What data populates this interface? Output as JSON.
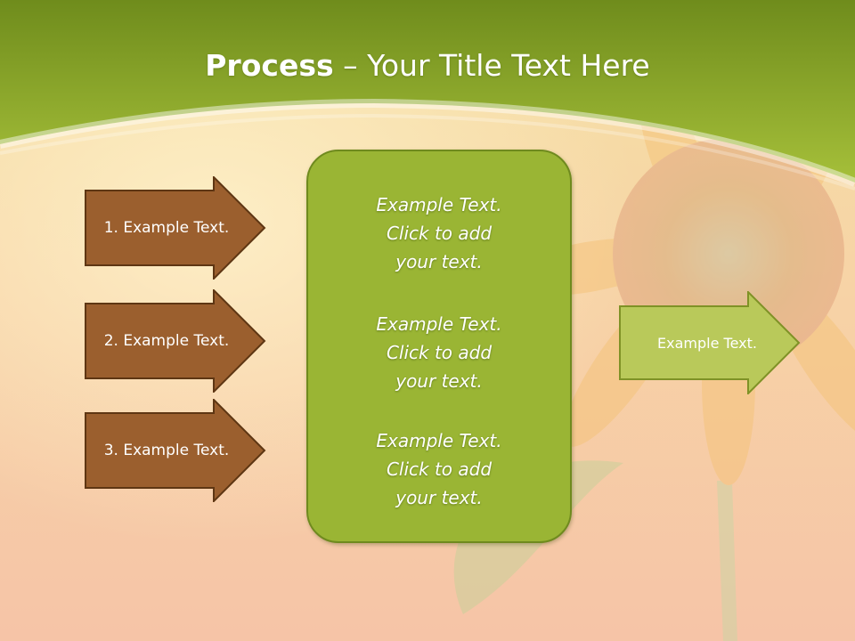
{
  "title": {
    "strong": "Process",
    "rest": " – Your Title Text Here"
  },
  "steps": [
    {
      "label": "1. Example Text."
    },
    {
      "label": "2. Example Text."
    },
    {
      "label": "3. Example Text."
    }
  ],
  "center_box": {
    "paragraphs": [
      {
        "lines": [
          "Example Text.",
          "Click  to add",
          "your text."
        ]
      },
      {
        "lines": [
          "Example Text.",
          "Click  to add",
          "your text."
        ]
      },
      {
        "lines": [
          "Example Text.",
          "Click  to add",
          "your text."
        ]
      }
    ]
  },
  "output": {
    "label": "Example Text."
  },
  "colors": {
    "header_green": "#8fae2a",
    "step_arrow_fill": "#9b5f2e",
    "step_arrow_border": "#5e3613",
    "center_box_fill": "#9ab534",
    "output_arrow_fill": "#b9c95a"
  }
}
